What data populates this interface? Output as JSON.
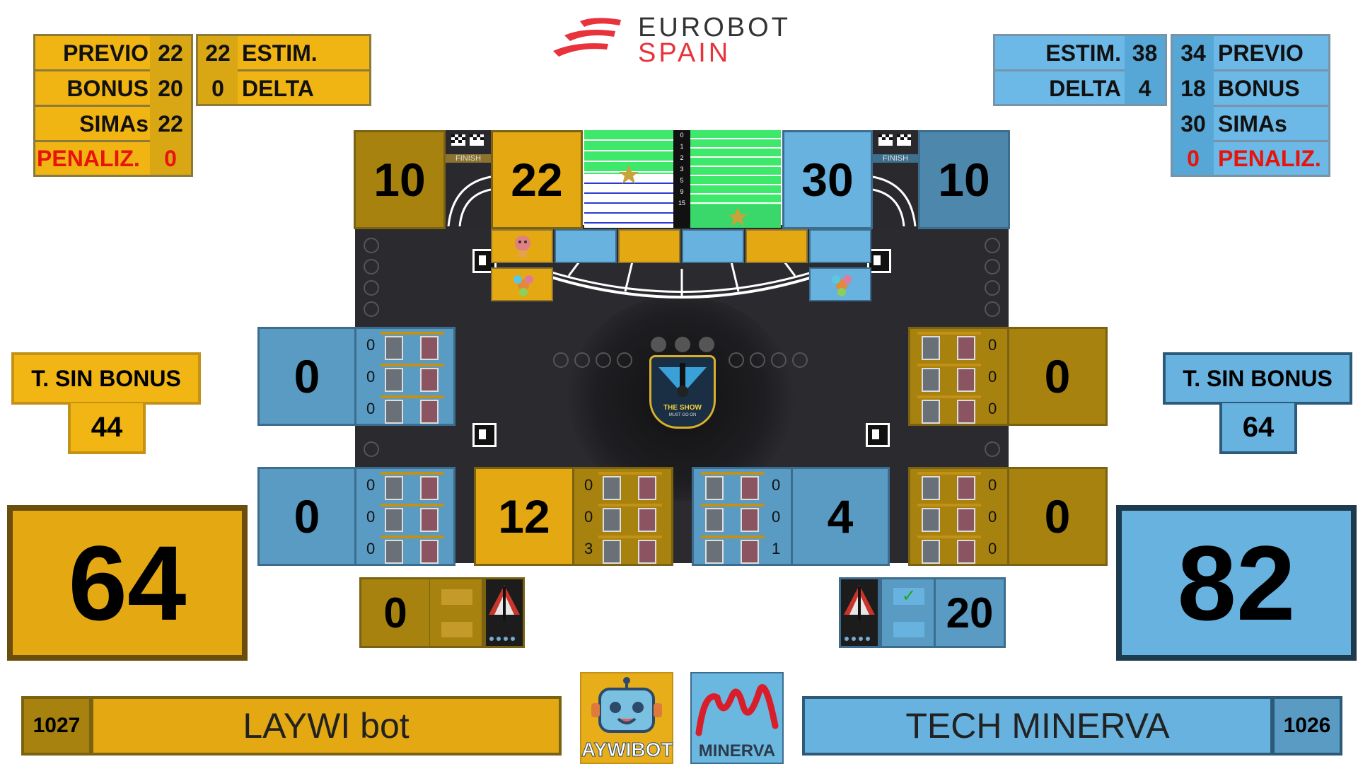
{
  "header": {
    "logo_line1": "EUROBOT",
    "logo_line2": "SPAIN"
  },
  "colors": {
    "yellow": "#e3a812",
    "yellow_dark": "#a7820f",
    "blue": "#67b2df",
    "blue_dark": "#4d88ac",
    "penalty_red": "#e8140c",
    "check_green": "#1aa81a",
    "ramp_green": "#3de86a"
  },
  "yellow_stats": {
    "previo_label": "PREVIO",
    "previo": "22",
    "estim_value": "22",
    "estim_label": "ESTIM.",
    "bonus_label": "BONUS",
    "bonus": "20",
    "delta_value": "0",
    "delta_label": "DELTA",
    "simas_label": "SIMAs",
    "simas": "22",
    "penaliz_label": "PENALIZ.",
    "penaliz": "0"
  },
  "blue_stats": {
    "estim_label": "ESTIM.",
    "estim": "38",
    "previo_value": "34",
    "previo_label": "PREVIO",
    "delta_label": "DELTA",
    "delta": "4",
    "bonus_value": "18",
    "bonus_label": "BONUS",
    "simas_value": "30",
    "simas_label": "SIMAs",
    "penaliz_value": "0",
    "penaliz_label": "PENALIZ."
  },
  "field_top": {
    "yellow_finish": "10",
    "yellow_score": "22",
    "blue_score": "30",
    "blue_finish": "10",
    "finish_label": "FINISH",
    "scale_ticks": [
      "0",
      "1",
      "2",
      "3",
      "5",
      "9",
      "15"
    ]
  },
  "zones": {
    "left_upper": "0",
    "left_lower": "0",
    "center_left": "12",
    "center_right": "4",
    "right_upper": "0",
    "right_lower": "0"
  },
  "shelves": {
    "left_upper": [
      "0",
      "0",
      "0"
    ],
    "left_lower": [
      "0",
      "0",
      "0"
    ],
    "center_left": [
      "0",
      "0",
      "3"
    ],
    "center_right": [
      "0",
      "0",
      "1"
    ],
    "right_upper": [
      "0",
      "0",
      "0"
    ],
    "right_lower": [
      "0",
      "0",
      "0"
    ]
  },
  "center_badge": {
    "line1": "THE SHOW",
    "line2": "MUST GO ON"
  },
  "sin_bonus": {
    "label": "T. SIN BONUS",
    "yellow": "44",
    "blue": "64"
  },
  "totals": {
    "yellow": "64",
    "blue": "82"
  },
  "bonus_boxes": {
    "yellow": "0",
    "blue": "20",
    "blue_check": "✓"
  },
  "teams": {
    "yellow_id": "1027",
    "yellow_name": "LAYWI bot",
    "yellow_logo": "AYWIBOT",
    "blue_logo": "MINERVA",
    "blue_name": "TECH MINERVA",
    "blue_id": "1026"
  }
}
